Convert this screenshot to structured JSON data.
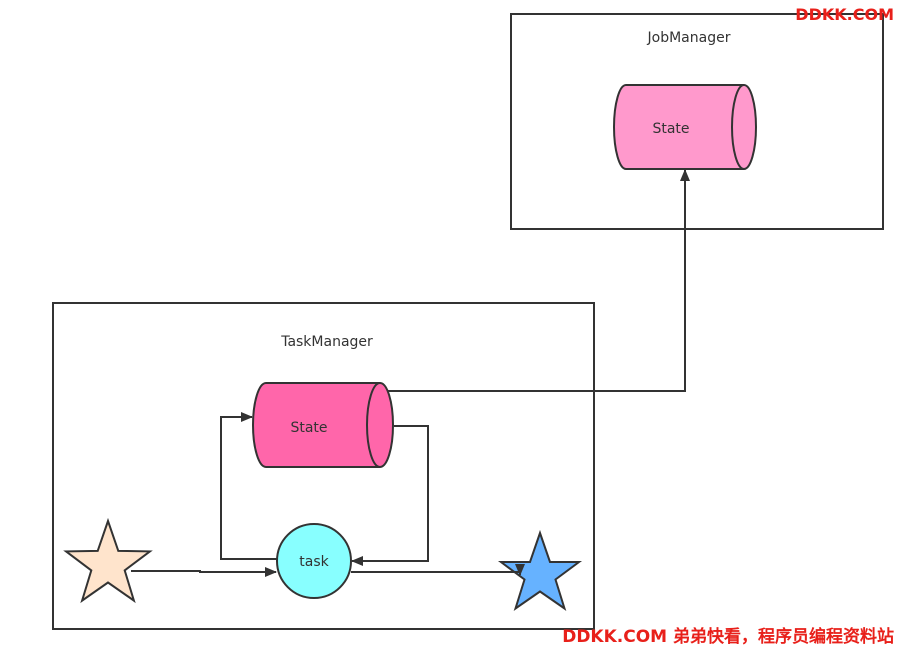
{
  "diagram": {
    "job_manager": {
      "title": "JobManager",
      "state_label": "State",
      "state_fill": "#ff99cc"
    },
    "task_manager": {
      "title": "TaskManager",
      "state_label": "State",
      "state_fill": "#ff66aa",
      "task_label": "task",
      "task_fill": "#88ffff"
    },
    "source_star_fill": "#ffe4cc",
    "sink_star_fill": "#66b2ff",
    "line_color": "#333333"
  },
  "watermark": {
    "top": "DDKK.COM",
    "bottom": "DDKK.COM 弟弟快看，程序员编程资料站",
    "color": "#e8201a"
  }
}
